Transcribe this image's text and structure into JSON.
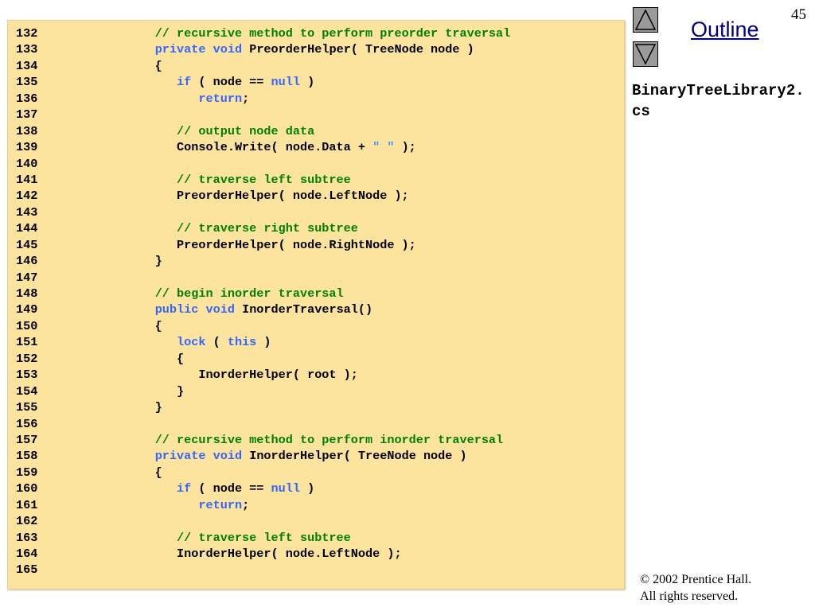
{
  "slide": {
    "page_number": "45",
    "outline_label": "Outline",
    "file_name": "BinaryTreeLibrary2.cs",
    "copyright_line1": "© 2002 Prentice Hall.",
    "copyright_line2": "All rights reserved."
  },
  "navigation": {
    "up_icon": "triangle-up-icon",
    "down_icon": "triangle-down-icon"
  },
  "colors": {
    "panel_background": "#fde49e",
    "keyword": "#3366ff",
    "comment": "#008000",
    "string": "#3399ff",
    "outline_link": "#000080"
  },
  "code_lines": [
    {
      "num": "132",
      "tokens": [
        {
          "t": "      "
        },
        {
          "t": "// recursive method to perform preorder traversal",
          "c": "cm"
        }
      ]
    },
    {
      "num": "133",
      "tokens": [
        {
          "t": "      "
        },
        {
          "t": "private",
          "c": "kw"
        },
        {
          "t": " "
        },
        {
          "t": "void",
          "c": "kw"
        },
        {
          "t": " PreorderHelper( TreeNode node )"
        }
      ]
    },
    {
      "num": "134",
      "tokens": [
        {
          "t": "      {"
        }
      ]
    },
    {
      "num": "135",
      "tokens": [
        {
          "t": "         "
        },
        {
          "t": "if",
          "c": "kw"
        },
        {
          "t": " ( node == "
        },
        {
          "t": "null",
          "c": "kw"
        },
        {
          "t": " )"
        }
      ]
    },
    {
      "num": "136",
      "tokens": [
        {
          "t": "            "
        },
        {
          "t": "return",
          "c": "kw"
        },
        {
          "t": ";"
        }
      ]
    },
    {
      "num": "137",
      "tokens": []
    },
    {
      "num": "138",
      "tokens": [
        {
          "t": "         "
        },
        {
          "t": "// output node data",
          "c": "cm"
        }
      ]
    },
    {
      "num": "139",
      "tokens": [
        {
          "t": "         Console.Write( node.Data + "
        },
        {
          "t": "\" \"",
          "c": "st"
        },
        {
          "t": " );"
        }
      ]
    },
    {
      "num": "140",
      "tokens": []
    },
    {
      "num": "141",
      "tokens": [
        {
          "t": "         "
        },
        {
          "t": "// traverse left subtree",
          "c": "cm"
        }
      ]
    },
    {
      "num": "142",
      "tokens": [
        {
          "t": "         PreorderHelper( node.LeftNode );"
        }
      ]
    },
    {
      "num": "143",
      "tokens": []
    },
    {
      "num": "144",
      "tokens": [
        {
          "t": "         "
        },
        {
          "t": "// traverse right subtree",
          "c": "cm"
        }
      ]
    },
    {
      "num": "145",
      "tokens": [
        {
          "t": "         PreorderHelper( node.RightNode );"
        }
      ]
    },
    {
      "num": "146",
      "tokens": [
        {
          "t": "      }"
        }
      ]
    },
    {
      "num": "147",
      "tokens": []
    },
    {
      "num": "148",
      "tokens": [
        {
          "t": "      "
        },
        {
          "t": "// begin inorder traversal",
          "c": "cm"
        }
      ]
    },
    {
      "num": "149",
      "tokens": [
        {
          "t": "      "
        },
        {
          "t": "public",
          "c": "kw"
        },
        {
          "t": " "
        },
        {
          "t": "void",
          "c": "kw"
        },
        {
          "t": " InorderTraversal()"
        }
      ]
    },
    {
      "num": "150",
      "tokens": [
        {
          "t": "      {"
        }
      ]
    },
    {
      "num": "151",
      "tokens": [
        {
          "t": "         "
        },
        {
          "t": "lock",
          "c": "kw"
        },
        {
          "t": " ( "
        },
        {
          "t": "this",
          "c": "kw"
        },
        {
          "t": " )"
        }
      ]
    },
    {
      "num": "152",
      "tokens": [
        {
          "t": "         {"
        }
      ]
    },
    {
      "num": "153",
      "tokens": [
        {
          "t": "            InorderHelper( root );"
        }
      ]
    },
    {
      "num": "154",
      "tokens": [
        {
          "t": "         }"
        }
      ]
    },
    {
      "num": "155",
      "tokens": [
        {
          "t": "      }"
        }
      ]
    },
    {
      "num": "156",
      "tokens": []
    },
    {
      "num": "157",
      "tokens": [
        {
          "t": "      "
        },
        {
          "t": "// recursive method to perform inorder traversal",
          "c": "cm"
        }
      ]
    },
    {
      "num": "158",
      "tokens": [
        {
          "t": "      "
        },
        {
          "t": "private",
          "c": "kw"
        },
        {
          "t": " "
        },
        {
          "t": "void",
          "c": "kw"
        },
        {
          "t": " InorderHelper( TreeNode node )"
        }
      ]
    },
    {
      "num": "159",
      "tokens": [
        {
          "t": "      {"
        }
      ]
    },
    {
      "num": "160",
      "tokens": [
        {
          "t": "         "
        },
        {
          "t": "if",
          "c": "kw"
        },
        {
          "t": " ( node == "
        },
        {
          "t": "null",
          "c": "kw"
        },
        {
          "t": " )"
        }
      ]
    },
    {
      "num": "161",
      "tokens": [
        {
          "t": "            "
        },
        {
          "t": "return",
          "c": "kw"
        },
        {
          "t": ";"
        }
      ]
    },
    {
      "num": "162",
      "tokens": []
    },
    {
      "num": "163",
      "tokens": [
        {
          "t": "         "
        },
        {
          "t": "// traverse left subtree",
          "c": "cm"
        }
      ]
    },
    {
      "num": "164",
      "tokens": [
        {
          "t": "         InorderHelper( node.LeftNode );"
        }
      ]
    },
    {
      "num": "165",
      "tokens": []
    }
  ]
}
